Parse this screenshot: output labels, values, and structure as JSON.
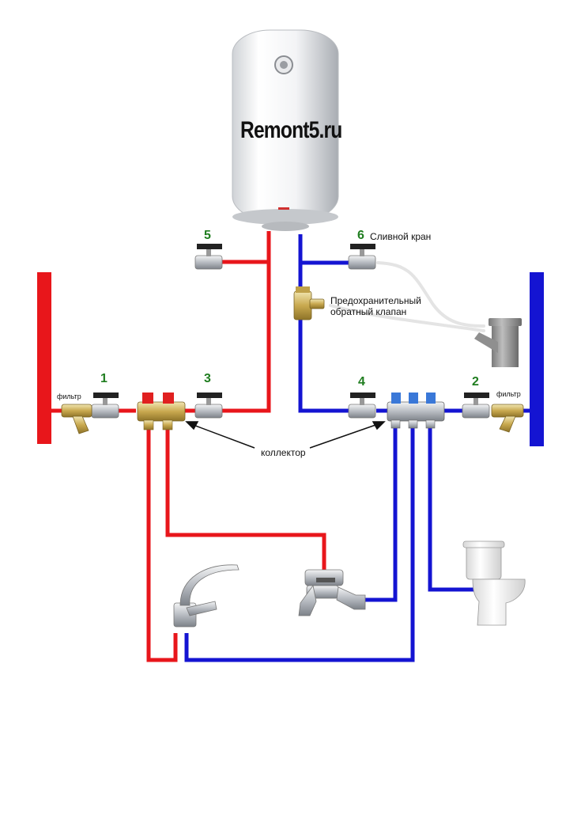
{
  "watermark": "Remont5.ru",
  "numbers": {
    "n1": "1",
    "n2": "2",
    "n3": "3",
    "n4": "4",
    "n5": "5",
    "n6": "6"
  },
  "labels": {
    "drain_valve": "Сливной кран",
    "safety_valve_line1": "Предохранительный",
    "safety_valve_line2": "обратный клапан",
    "filter_left": "фильтр",
    "filter_right": "фильтр",
    "collector": "коллектор"
  },
  "colors": {
    "hot": "#e8161b",
    "cold": "#1414d2",
    "drain_hose": "#e4e4e4",
    "number": "#1f7d1f"
  },
  "icons": [
    "water-heater-icon",
    "ball-valve-icon",
    "filter-icon",
    "collector-icon",
    "safety-valve-icon",
    "sewer-pipe-icon",
    "sink-faucet-icon",
    "bath-mixer-icon",
    "toilet-icon"
  ]
}
